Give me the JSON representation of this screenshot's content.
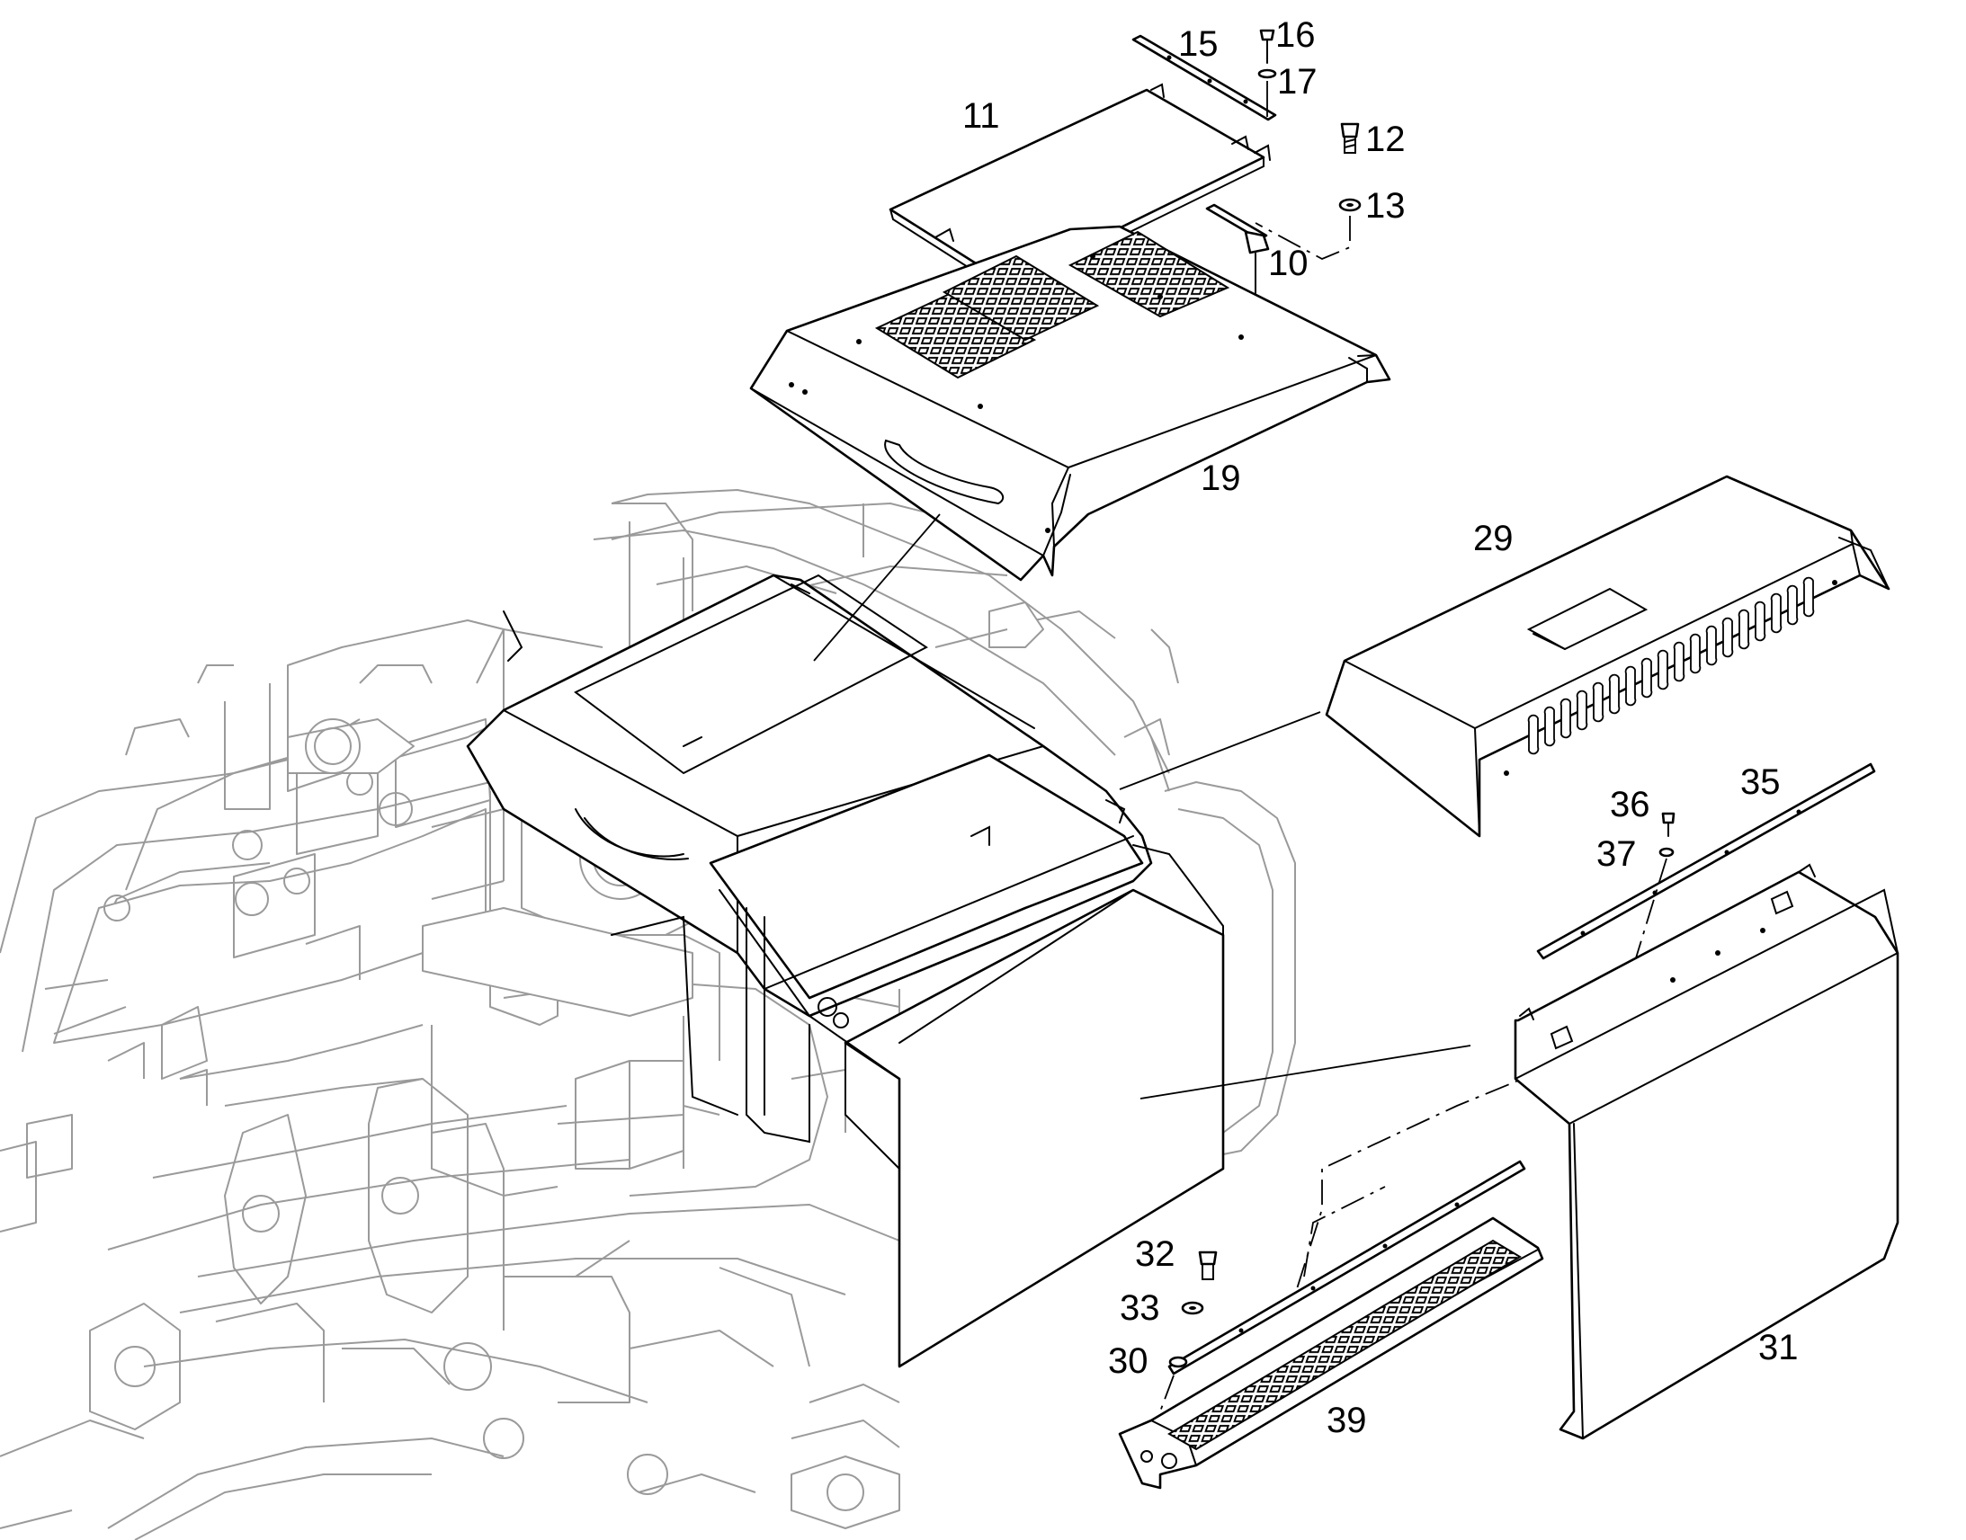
{
  "diagram": {
    "callouts": [
      {
        "id": "c11",
        "text": "11"
      },
      {
        "id": "c15",
        "text": "15"
      },
      {
        "id": "c16",
        "text": "16"
      },
      {
        "id": "c17",
        "text": "17"
      },
      {
        "id": "c12",
        "text": "12"
      },
      {
        "id": "c13",
        "text": "13"
      },
      {
        "id": "c10",
        "text": "10"
      },
      {
        "id": "c19",
        "text": "19"
      },
      {
        "id": "c29",
        "text": "29"
      },
      {
        "id": "c35",
        "text": "35"
      },
      {
        "id": "c36",
        "text": "36"
      },
      {
        "id": "c37",
        "text": "37"
      },
      {
        "id": "c32",
        "text": "32"
      },
      {
        "id": "c33",
        "text": "33"
      },
      {
        "id": "c30",
        "text": "30"
      },
      {
        "id": "c39",
        "text": "39"
      },
      {
        "id": "c31",
        "text": "31"
      }
    ]
  }
}
